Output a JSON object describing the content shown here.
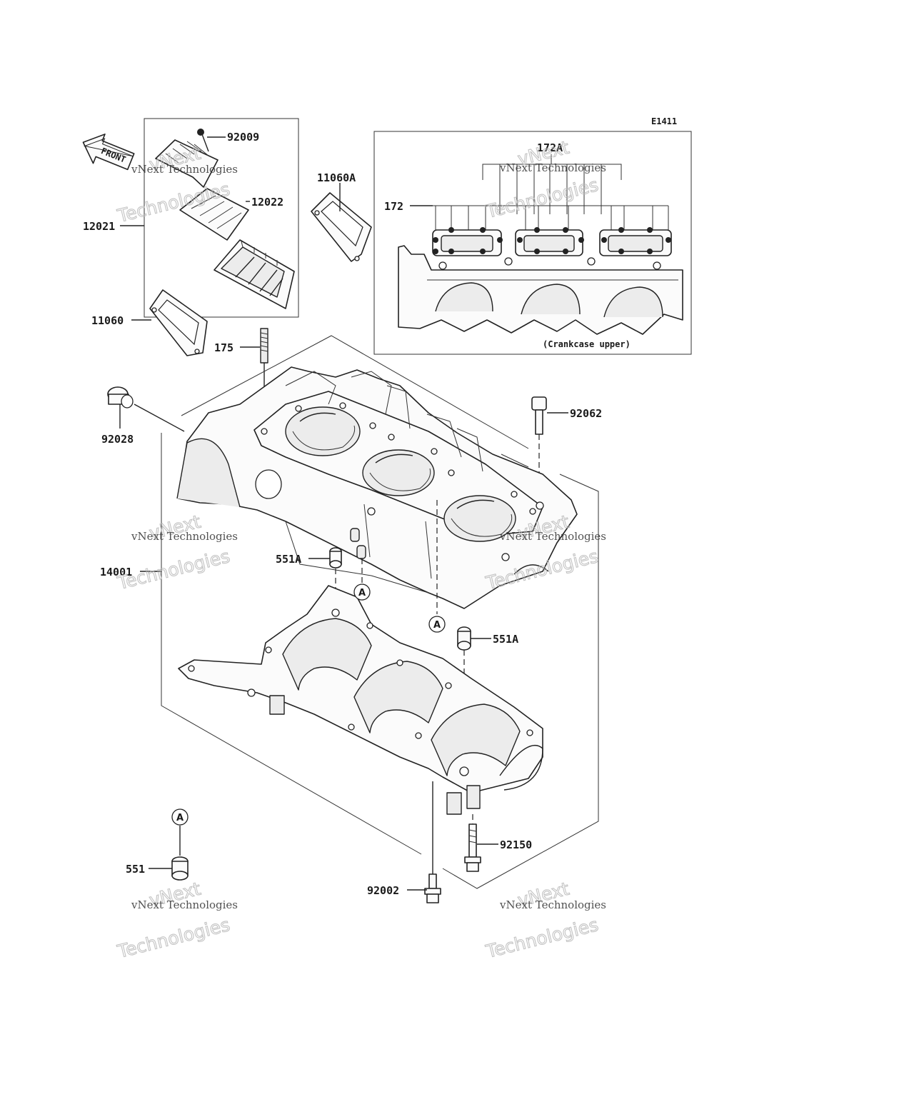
{
  "diagram": {
    "code": "E1411",
    "front_label": "FRONT",
    "inset_caption": "(Crankcase upper)",
    "watermark": {
      "line1": "vNext Technologies",
      "line2": "Technologies",
      "overlay": "vNext"
    },
    "ref_marker": "A",
    "callouts": [
      {
        "id": "92009",
        "label": "92009"
      },
      {
        "id": "12022",
        "label": "12022"
      },
      {
        "id": "12021",
        "label": "12021"
      },
      {
        "id": "11060A",
        "label": "11060A"
      },
      {
        "id": "11060",
        "label": "11060"
      },
      {
        "id": "175",
        "label": "175"
      },
      {
        "id": "92028",
        "label": "92028"
      },
      {
        "id": "92062",
        "label": "92062"
      },
      {
        "id": "172A",
        "label": "172A"
      },
      {
        "id": "172",
        "label": "172"
      },
      {
        "id": "551A_top",
        "label": "551A"
      },
      {
        "id": "14001",
        "label": "14001"
      },
      {
        "id": "551A_right",
        "label": "551A"
      },
      {
        "id": "551",
        "label": "551"
      },
      {
        "id": "92150",
        "label": "92150"
      },
      {
        "id": "92002",
        "label": "92002"
      }
    ]
  }
}
